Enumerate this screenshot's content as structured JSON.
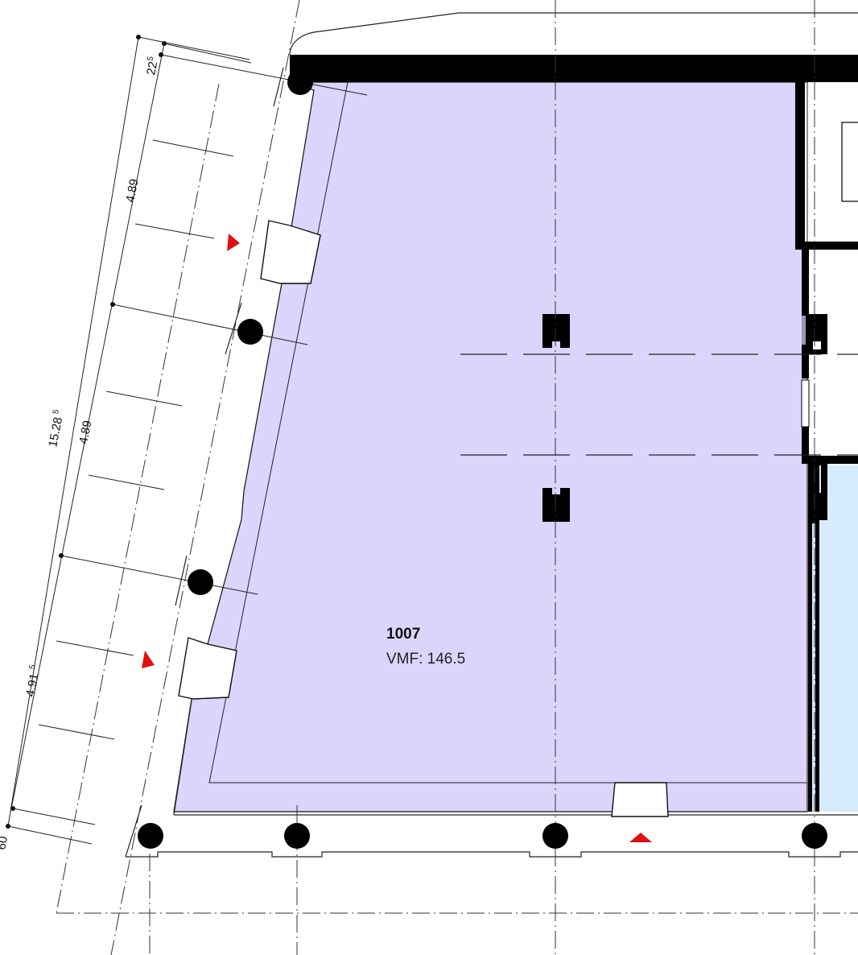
{
  "room": {
    "number": "1007",
    "area_label": "VMF: 146.5"
  },
  "dimensions": {
    "d1_main": "22",
    "d1_sup": "5",
    "d2_main": "4.89",
    "d3_main": "4.89",
    "d4_main": "4.91",
    "d4_sup": "5",
    "d5_main": "15.28",
    "d5_sup": "5",
    "d6_main": "60"
  },
  "colors": {
    "room_fill": "#dcd4fb",
    "adjacent_room_fill": "#d6ebfc",
    "wall": "#000000",
    "marker": "#e01010",
    "line": "#222222"
  }
}
